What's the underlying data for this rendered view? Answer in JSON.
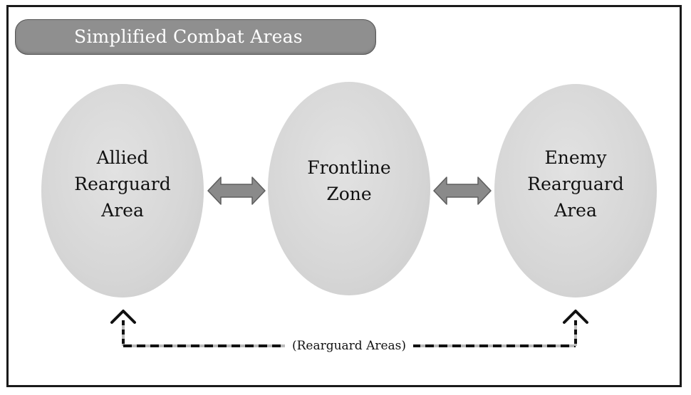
{
  "title": "Simplified Combat Areas",
  "areas": {
    "allied": [
      "Allied",
      "Rearguard",
      "Area"
    ],
    "frontline": [
      "Frontline",
      "Zone"
    ],
    "enemy": [
      "Enemy",
      "Rearguard",
      "Area"
    ]
  },
  "bracket_label": "(Rearguard Areas)",
  "icons": {
    "between_areas": "double-arrow-icon",
    "bracket_ends": "caret-up-icon"
  },
  "colors": {
    "title_fill": "#8f8f8f",
    "ellipse_fill": "#d9d9d9",
    "arrow_fill": "#8a8a8a",
    "frame": "#1a1a1a"
  }
}
